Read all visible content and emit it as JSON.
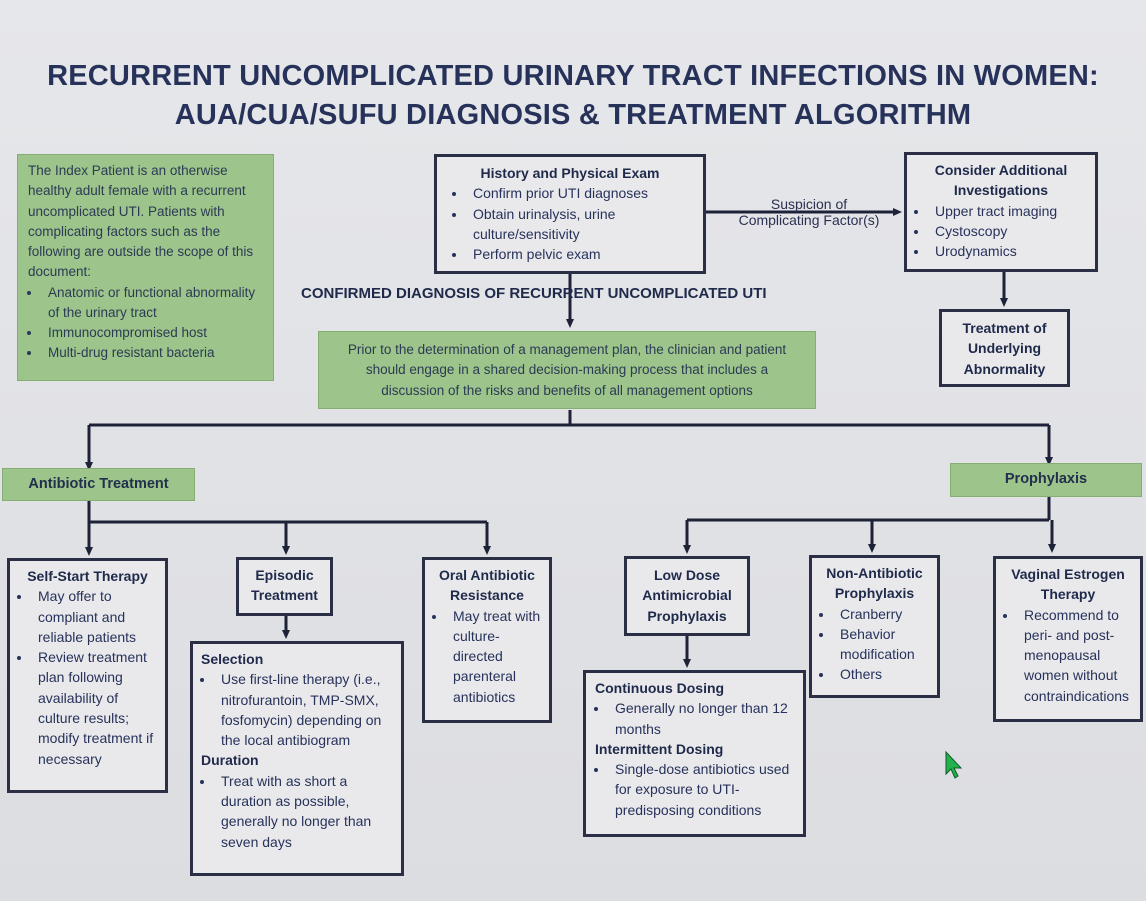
{
  "title": {
    "line1": "RECURRENT UNCOMPLICATED URINARY TRACT INFECTIONS IN WOMEN:",
    "line2": "AUA/CUA/SUFU DIAGNOSIS & TREATMENT ALGORITHM"
  },
  "index_patient": {
    "text": "The Index Patient is an otherwise healthy adult female with a recurrent uncomplicated UTI. Patients with complicating factors such as the following are outside the scope of this document:",
    "items": [
      "Anatomic or functional abnormality of the urinary tract",
      "Immunocompromised host",
      "Multi-drug resistant bacteria"
    ]
  },
  "history": {
    "header": "History and Physical Exam",
    "items": [
      "Confirm prior UTI diagnoses",
      "Obtain urinalysis, urine culture/sensitivity",
      "Perform pelvic exam"
    ]
  },
  "suspicion_label": "Suspicion of Complicating Factor(s)",
  "additional": {
    "header": "Consider Additional Investigations",
    "items": [
      "Upper tract imaging",
      "Cystoscopy",
      "Urodynamics"
    ]
  },
  "treatment_underlying": "Treatment of Underlying Abnormality",
  "confirmed": "CONFIRMED DIAGNOSIS OF RECURRENT UNCOMPLICATED UTI",
  "shared_decision": "Prior to the determination of a management plan, the clinician and patient should engage in a shared decision-making process that includes a discussion of the risks and benefits of all management options",
  "antibiotic_treatment": "Antibiotic Treatment",
  "prophylaxis": "Prophylaxis",
  "self_start": {
    "header": "Self-Start Therapy",
    "items": [
      "May offer to compliant and reliable patients",
      "Review treatment plan following availability of culture results; modify treatment if necessary"
    ]
  },
  "episodic": {
    "header": "Episodic Treatment"
  },
  "selection": {
    "header": "Selection",
    "item": "Use first-line therapy (i.e., nitrofurantoin, TMP-SMX, fosfomycin) depending on the local antibiogram",
    "duration_header": "Duration",
    "duration_item": "Treat with as short a duration as possible, generally no longer than seven days"
  },
  "oral_resistance": {
    "header": "Oral Antibiotic Resistance",
    "items": [
      "May treat with culture-directed parenteral antibiotics"
    ]
  },
  "low_dose": {
    "header": "Low Dose Antimicrobial Prophylaxis"
  },
  "dosing": {
    "continuous_header": "Continuous Dosing",
    "continuous_item": "Generally no longer than 12 months",
    "intermittent_header": "Intermittent Dosing",
    "intermittent_item": "Single-dose antibiotics used for exposure to UTI-predisposing conditions"
  },
  "non_antibiotic": {
    "header": "Non-Antibiotic Prophylaxis",
    "items": [
      "Cranberry",
      "Behavior modification",
      "Others"
    ]
  },
  "vaginal_estrogen": {
    "header": "Vaginal Estrogen Therapy",
    "items": [
      "Recommend to peri- and post-menopausal women without contraindications"
    ]
  },
  "colors": {
    "green": "#9dc48a",
    "border": "#2a2f45",
    "text": "#27325a",
    "cursor": "#22b14c"
  }
}
